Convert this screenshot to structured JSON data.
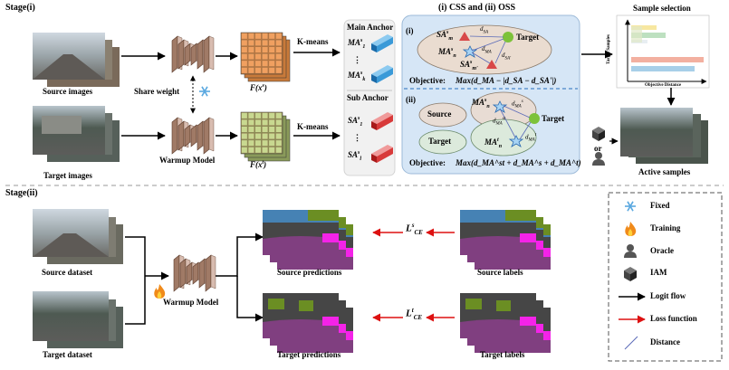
{
  "stage1": {
    "title": "Stage(i)",
    "source_images": "Source images",
    "target_images": "Target images",
    "share_weight": "Share weight",
    "warmup_model": "Warmup Model",
    "feature_source": "F(x",
    "feature_source_sup": "s",
    "feature_target": "F(x",
    "feature_target_sup": "t",
    "feature_close": ")",
    "kmeans_top": "K-means",
    "kmeans_bottom": "K-means",
    "main_anchor": "Main Anchor",
    "sub_anchor": "Sub Anchor",
    "anchors": {
      "ma1": "MA",
      "ma1_sup": "s",
      "ma1_sub": "1",
      "mak": "MA",
      "mak_sup": "s",
      "mak_sub": "k",
      "sa1": "SA",
      "sa1_sup": "s",
      "sa1_sub": "1",
      "sal": "SA",
      "sal_sup": "s",
      "sal_sub": "l"
    },
    "css_oss_title": "(i) CSS and (ii) OSS",
    "css_panel": {
      "label": "(i)",
      "sa_m_top": "SA",
      "sa_m_top_sup": "s",
      "sa_m_top_sub": "m",
      "ma_n": "MA",
      "ma_n_sup": "s",
      "ma_n_sub": "n",
      "sa_m_bottom": "SA",
      "sa_m_bottom_sup": "s",
      "sa_m_bottom_sub": "m'",
      "d_sa": "d",
      "d_sa_sub": "SA",
      "d_ma": "d",
      "d_ma_sub": "MA",
      "d_sa_prime": "d",
      "d_sa_prime_sub": "SA'",
      "target": "Target",
      "objective_label": "Objective:",
      "objective_formula": "Max(d_MA − |d_SA − d_SA'|)"
    },
    "oss_panel": {
      "label": "(ii)",
      "source": "Source",
      "target_left": "Target",
      "target_right": "Target",
      "ma_n_top": "MA",
      "ma_n_top_sup": "s",
      "ma_n_top_sub": "n",
      "ma_n_bottom": "MA",
      "ma_n_bottom_sup": "t",
      "ma_n_bottom_sub": "n",
      "d_ma_st": "d",
      "d_ma_st_sub": "MA",
      "d_ma_st_sup": "st",
      "d_ma_s": "d",
      "d_ma_s_sub": "MA",
      "d_ma_s_sup": "s",
      "d_ma_t": "d",
      "d_ma_t_sub": "MA",
      "d_ma_t_sup": "t",
      "objective_label": "Objective:",
      "objective_formula": "Max(d_MA^st + d_MA^s + d_MA^t)"
    },
    "sample_selection": "Sample selection",
    "target_samples_axis": "Target Samples",
    "objective_distance_axis": "Objective Distance",
    "or": "or",
    "active_samples": "Active samples"
  },
  "stage2": {
    "title": "Stage(ii)",
    "source_dataset": "Source dataset",
    "target_dataset": "Target dataset",
    "warmup_model": "Warmup Model",
    "source_predictions": "Source predictions",
    "target_predictions": "Target predictions",
    "source_labels": "Source labels",
    "target_labels": "Target labels",
    "loss_source": "L",
    "loss_source_sup": "s",
    "loss_source_sub": "CE",
    "loss_target": "L",
    "loss_target_sup": "t",
    "loss_target_sub": "CE"
  },
  "legend": {
    "fixed": "Fixed",
    "training": "Training",
    "oracle": "Oracle",
    "iam": "IAM",
    "logit_flow": "Logit flow",
    "loss_function": "Loss function",
    "distance": "Distance"
  },
  "colors": {
    "source_feature": "#f0a060",
    "target_feature": "#c8d890",
    "main_anchor": "#3a9ad8",
    "sub_anchor": "#d83a3a",
    "panel_bg": "#d6e6f6",
    "ellipse_css": "#eadcd0",
    "ellipse_source": "#e8dcd4",
    "ellipse_target": "#dceadc",
    "loss_arrow": "#dd1111",
    "seg_road": "#803f80",
    "seg_building": "#464646",
    "seg_sky": "#4682b4",
    "seg_veg": "#6b8e23",
    "seg_sidewalk": "#f423e8"
  },
  "chart_data": {
    "type": "bar",
    "title": "",
    "xlabel": "Objective Distance",
    "ylabel": "Target Samples",
    "series_colors": [
      "#f7e7a0",
      "#bde0c0",
      "#f3b0a0",
      "#a8cfe8"
    ],
    "grid": false
  }
}
